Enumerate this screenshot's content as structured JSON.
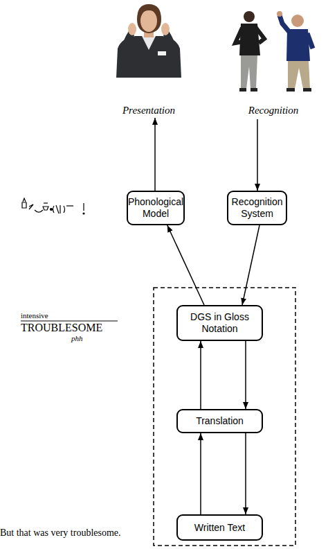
{
  "diagram": {
    "nodes": [
      {
        "text": [
          "Phonological Model"
        ]
      },
      {
        "text": [
          "Recognition System"
        ]
      },
      {
        "text": [
          "DGS in Gloss Notation"
        ]
      },
      {
        "text": [
          "Translation"
        ]
      },
      {
        "text": [
          "Written Text"
        ]
      }
    ],
    "edges": [
      {
        "from": 2,
        "to": 0,
        "arrow": "to"
      },
      {
        "from": 1,
        "to": 2,
        "arrow": "to"
      },
      {
        "from": 3,
        "to": 2,
        "arrow": "to"
      },
      {
        "from": 2,
        "to": 3,
        "arrow": "to"
      },
      {
        "from": 4,
        "to": 3,
        "arrow": "to"
      },
      {
        "from": 3,
        "to": 4,
        "arrow": "to"
      }
    ],
    "labels": [
      "Presentation",
      "Recognition",
      "intensive",
      "TROUBLESOME",
      "phh",
      "But that was very troublesome."
    ]
  }
}
